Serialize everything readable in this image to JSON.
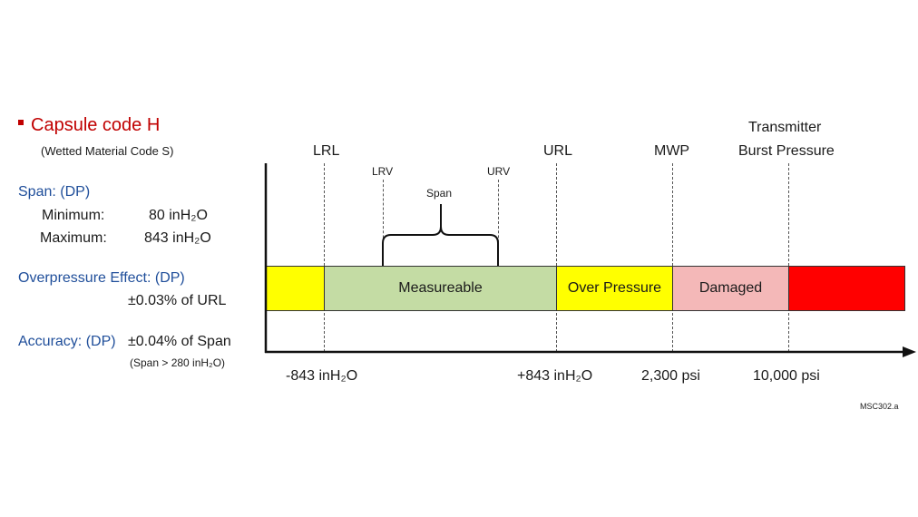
{
  "left_panel": {
    "title": "Capsule code H",
    "subtitle": "(Wetted Material Code S)",
    "span_label": "Span: (DP)",
    "span_min_label": "Minimum:",
    "span_min_value": "80 inH₂O",
    "span_max_label": "Maximum:",
    "span_max_value": "843 inH₂O",
    "overpressure_label": "Overpressure Effect: (DP)",
    "overpressure_value": "±0.03% of URL",
    "accuracy_label": "Accuracy: (DP)",
    "accuracy_value": "±0.04% of Span",
    "accuracy_note": "(Span > 280 inH₂O)"
  },
  "diagram": {
    "markers": {
      "lrl": "LRL",
      "url": "URL",
      "mwp": "MWP",
      "burst_line1": "Transmitter",
      "burst_line2": "Burst Pressure",
      "lrv": "LRV",
      "urv": "URV",
      "span": "Span"
    },
    "segments": {
      "measureable": "Measureable",
      "over_pressure": "Over Pressure",
      "damaged": "Damaged"
    },
    "axis_values": {
      "lrl_value": "-843 inH₂O",
      "url_value": "+843 inH₂O",
      "mwp_value": "2,300 psi",
      "burst_value": "10,000 psi"
    },
    "colors": {
      "yellow": "#ffff00",
      "green": "#c4dca4",
      "pink": "#f4b8b8",
      "red": "#ff0000",
      "title_red": "#c00000",
      "label_blue": "#1f4e9a"
    }
  },
  "footer": {
    "code": "MSC302.a"
  }
}
